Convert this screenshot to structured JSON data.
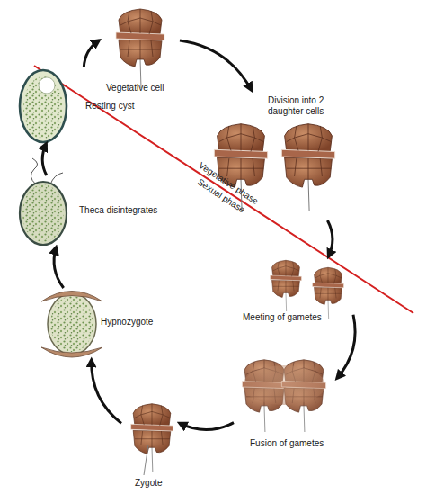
{
  "diagram": {
    "nodes": [
      {
        "text": [
          "Vegetative cell"
        ]
      },
      {
        "text": [
          "Division into 2 daughter cells"
        ]
      },
      {
        "text": [
          "Meeting of gametes"
        ]
      },
      {
        "text": [
          "Fusion of gametes"
        ]
      },
      {
        "text": [
          "Zygote"
        ]
      },
      {
        "text": [
          "Hypnozygote"
        ]
      },
      {
        "text": [
          "Theca disintegrates"
        ]
      },
      {
        "text": [
          "Resting cyst"
        ]
      }
    ],
    "edges": [
      {
        "from": 0,
        "to": 1,
        "arrow": "to"
      },
      {
        "from": 1,
        "to": 2,
        "arrow": "to"
      },
      {
        "from": 2,
        "to": 3,
        "arrow": "to"
      },
      {
        "from": 3,
        "to": 4,
        "arrow": "to"
      },
      {
        "from": 4,
        "to": 5,
        "arrow": "to"
      },
      {
        "from": 5,
        "to": 6,
        "arrow": "to"
      },
      {
        "from": 6,
        "to": 7,
        "arrow": "to"
      },
      {
        "from": 7,
        "to": 0,
        "arrow": "to"
      }
    ],
    "labels": [
      "Vegetative phase",
      "Sexual phase"
    ]
  }
}
